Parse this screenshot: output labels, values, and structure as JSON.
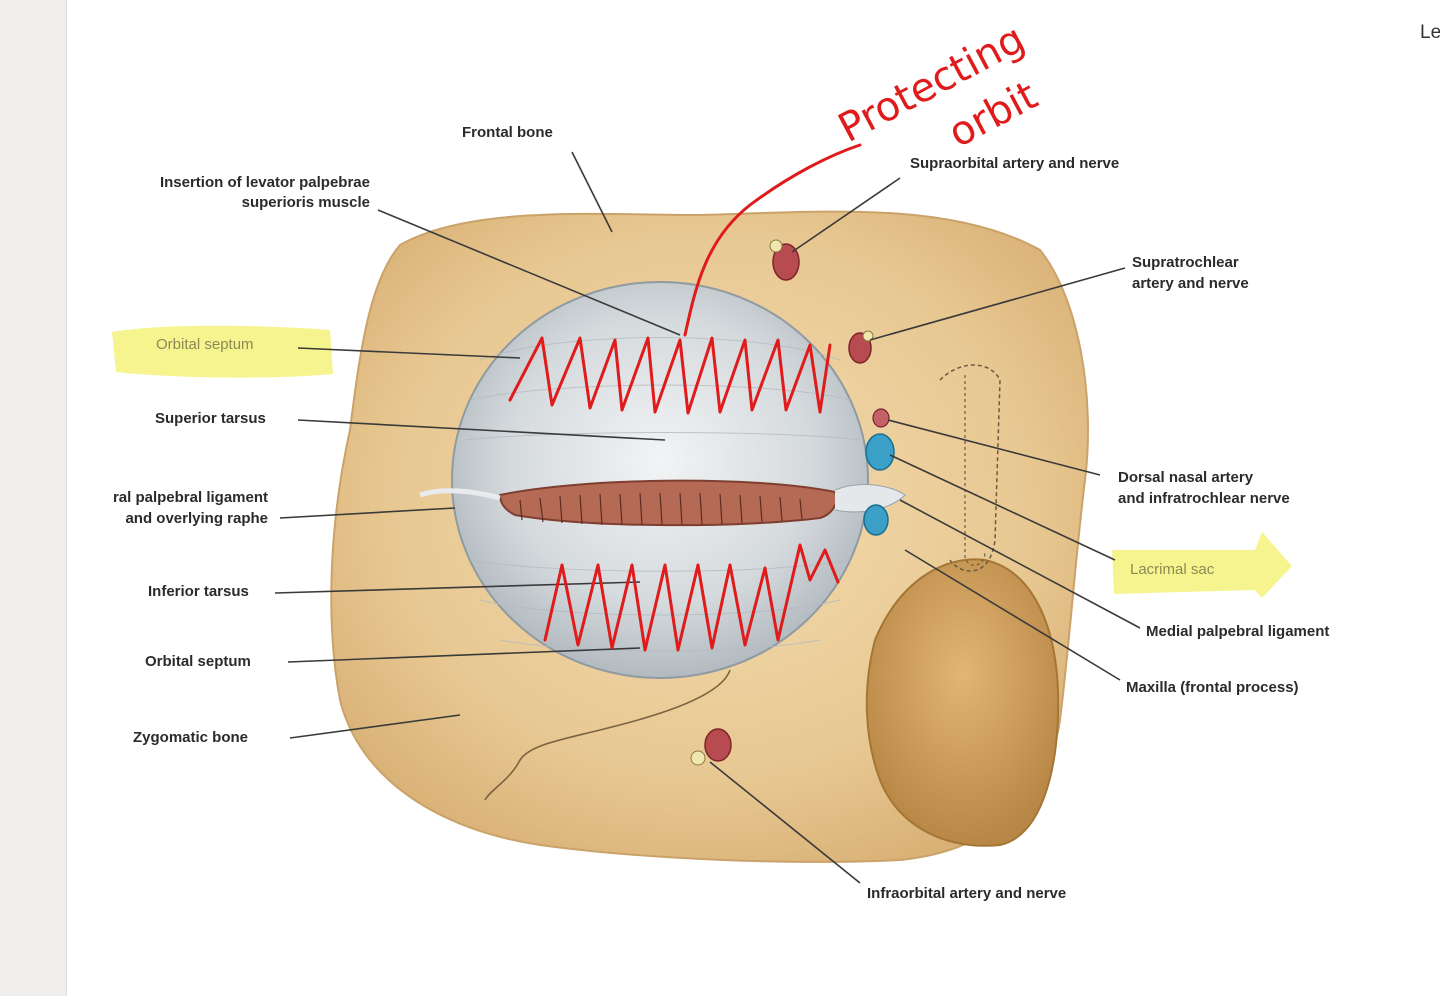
{
  "corner_text": "Le",
  "labels": {
    "frontal_bone": "Frontal bone",
    "levator_1": "Insertion of levator palpebrae",
    "levator_2": "superioris muscle",
    "supraorbital": "Supraorbital artery and nerve",
    "supratrochlear_1": "Supratrochlear",
    "supratrochlear_2": "artery and nerve",
    "orbital_septum_upper": "Orbital septum",
    "superior_tarsus": "Superior tarsus",
    "lateral_ligament_1": "ral palpebral ligament",
    "lateral_ligament_2": "and overlying raphe",
    "dorsal_nasal_1": "Dorsal nasal artery",
    "dorsal_nasal_2": "and infratrochlear nerve",
    "lacrimal_sac": "Lacrimal sac",
    "medial_ligament": "Medial palpebral ligament",
    "inferior_tarsus": "Inferior tarsus",
    "orbital_septum_lower": "Orbital septum",
    "maxilla": "Maxilla (frontal process)",
    "zygomatic": "Zygomatic bone",
    "infraorbital": "Infraorbital artery and nerve"
  },
  "annotation": {
    "line1": "Protecting",
    "line2": "orbit",
    "ink_color": "#e01b1b",
    "highlight_color": "#f5f27a"
  },
  "colors": {
    "bone": "#e8c892",
    "septum": "#c8ced2",
    "lacrimal": "#3aa0c8"
  }
}
